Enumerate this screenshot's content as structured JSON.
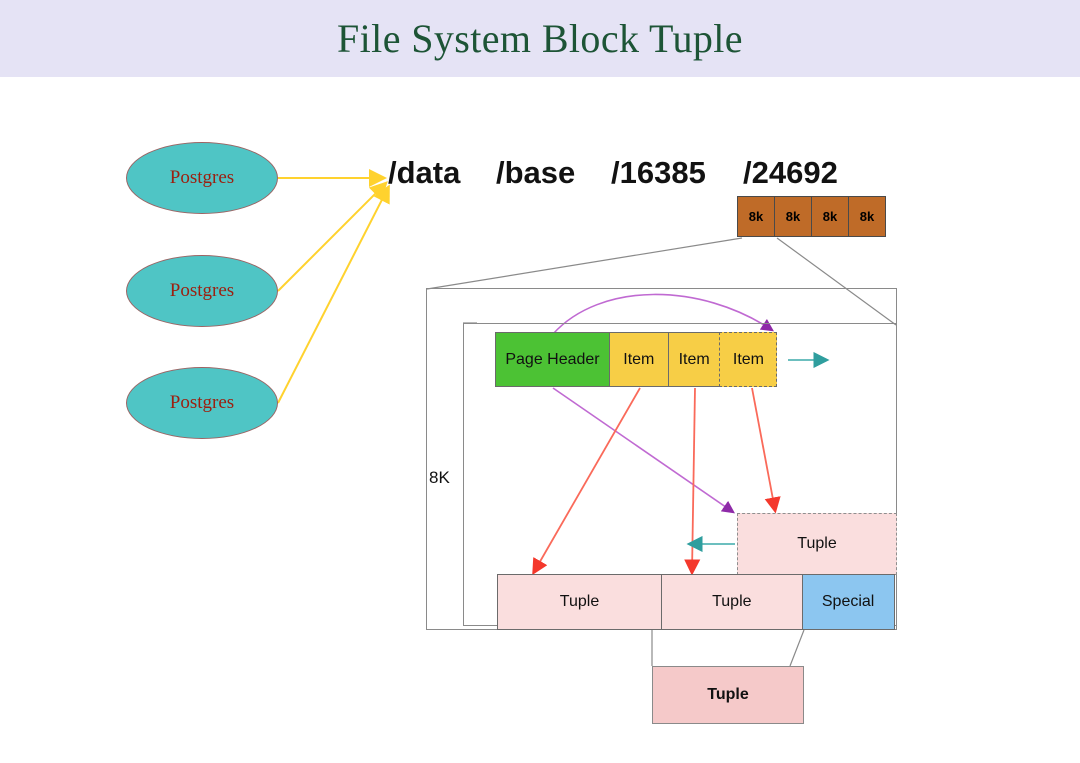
{
  "slide": {
    "title": "File System Block Tuple",
    "banner_color": "#e5e3f5",
    "title_color": "#1d5436",
    "background": "#ffffff"
  },
  "instances": {
    "label": "Postgres",
    "count": 3,
    "fill_color": "#4fc5c5",
    "text_color": "#9c2010",
    "border_color": "#9a6464",
    "nodes": [
      {
        "label": "Postgres"
      },
      {
        "label": "Postgres"
      },
      {
        "label": "Postgres"
      }
    ],
    "arrow_color": "#ffd22e"
  },
  "path": {
    "segments": [
      "/data",
      "/base",
      "/16385",
      "/24692"
    ],
    "full": "/data   /base   /16385   /24692",
    "text_color": "#121212"
  },
  "block_file": {
    "blocks": [
      {
        "label": "8k"
      },
      {
        "label": "8k"
      },
      {
        "label": "8k"
      },
      {
        "label": "8k"
      }
    ],
    "fill_color": "#bf6b28",
    "block_size": "8k"
  },
  "page": {
    "height_label": "8K",
    "top_row": [
      {
        "label": "Page Header",
        "kind": "header",
        "fill": "#4cc234",
        "dashed": false
      },
      {
        "label": "Item",
        "kind": "item",
        "fill": "#f7ce46",
        "dashed": false
      },
      {
        "label": "Item",
        "kind": "item",
        "fill": "#f7ce46",
        "dashed": false
      },
      {
        "label": "Item",
        "kind": "item",
        "fill": "#f7ce46",
        "dashed": true
      }
    ],
    "free_space_tuple": {
      "label": "Tuple",
      "fill": "#fadede",
      "dashed": true
    },
    "bottom_row": [
      {
        "label": "Tuple",
        "kind": "tuple",
        "fill": "#fadede"
      },
      {
        "label": "Tuple",
        "kind": "tuple",
        "fill": "#fadede"
      },
      {
        "label": "Special",
        "kind": "special",
        "fill": "#8cc6f0"
      }
    ]
  },
  "tuple_detail": {
    "label": "Tuple",
    "fill": "#f5c9c9"
  },
  "arrows": {
    "item_to_tuple_color": "#fa6a5a",
    "pointer_color": "#b452c8",
    "free_space_color": "#2f9e9e",
    "instance_color": "#ffd22e",
    "connector_color": "#8a8a8a"
  }
}
